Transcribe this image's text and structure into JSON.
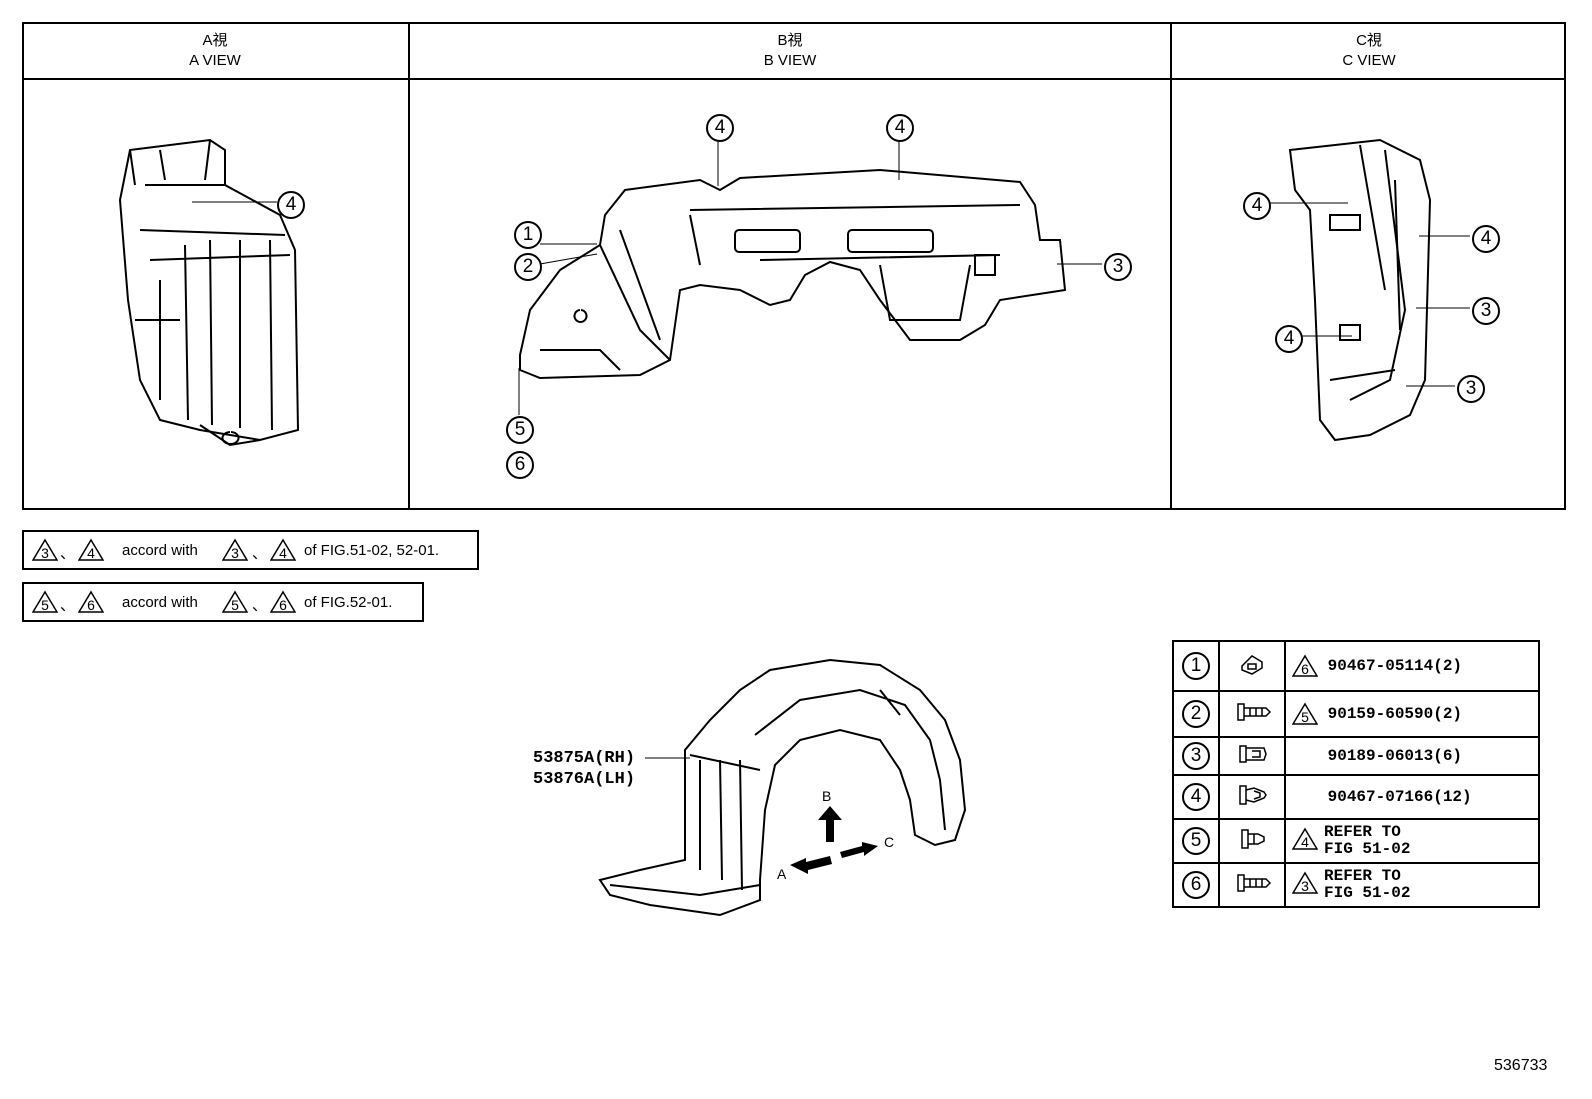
{
  "views": {
    "a": {
      "jp": "A視",
      "en": "A VIEW"
    },
    "b": {
      "jp": "B視",
      "en": "B VIEW"
    },
    "c": {
      "jp": "C視",
      "en": "C VIEW"
    }
  },
  "callouts": {
    "n1": "1",
    "n2": "2",
    "n3": "3",
    "n4": "4",
    "n5": "5",
    "n6": "6"
  },
  "notes": [
    {
      "a": "3",
      "b": "4",
      "sep": "、",
      "text": "accord with",
      "c": "3",
      "d": "4",
      "ref": "of FIG.51-02, 52-01."
    },
    {
      "a": "5",
      "b": "6",
      "sep": "、",
      "text": "accord with",
      "c": "5",
      "d": "6",
      "ref": "of FIG.52-01."
    }
  ],
  "main_part": {
    "rh": "53875A(RH)",
    "lh": "53876A(LH)",
    "arrow_a": "A",
    "arrow_b": "B",
    "arrow_c": "C"
  },
  "parts_table": [
    {
      "num": "1",
      "mark": "6",
      "part": "90467-05114(2)",
      "icon": "clip-nut-icon"
    },
    {
      "num": "2",
      "mark": "5",
      "part": "90159-60590(2)",
      "icon": "screw-icon"
    },
    {
      "num": "3",
      "mark": "",
      "part": "90189-06013(6)",
      "icon": "grommet-icon"
    },
    {
      "num": "4",
      "mark": "",
      "part": "90467-07166(12)",
      "icon": "clip-icon"
    },
    {
      "num": "5",
      "mark": "4",
      "part": "REFER TO",
      "part2": "FIG 51-02",
      "icon": "pin-clip-icon"
    },
    {
      "num": "6",
      "mark": "3",
      "part": "REFER TO",
      "part2": "FIG 51-02",
      "icon": "screw-icon"
    }
  ],
  "figure_id": "536733"
}
